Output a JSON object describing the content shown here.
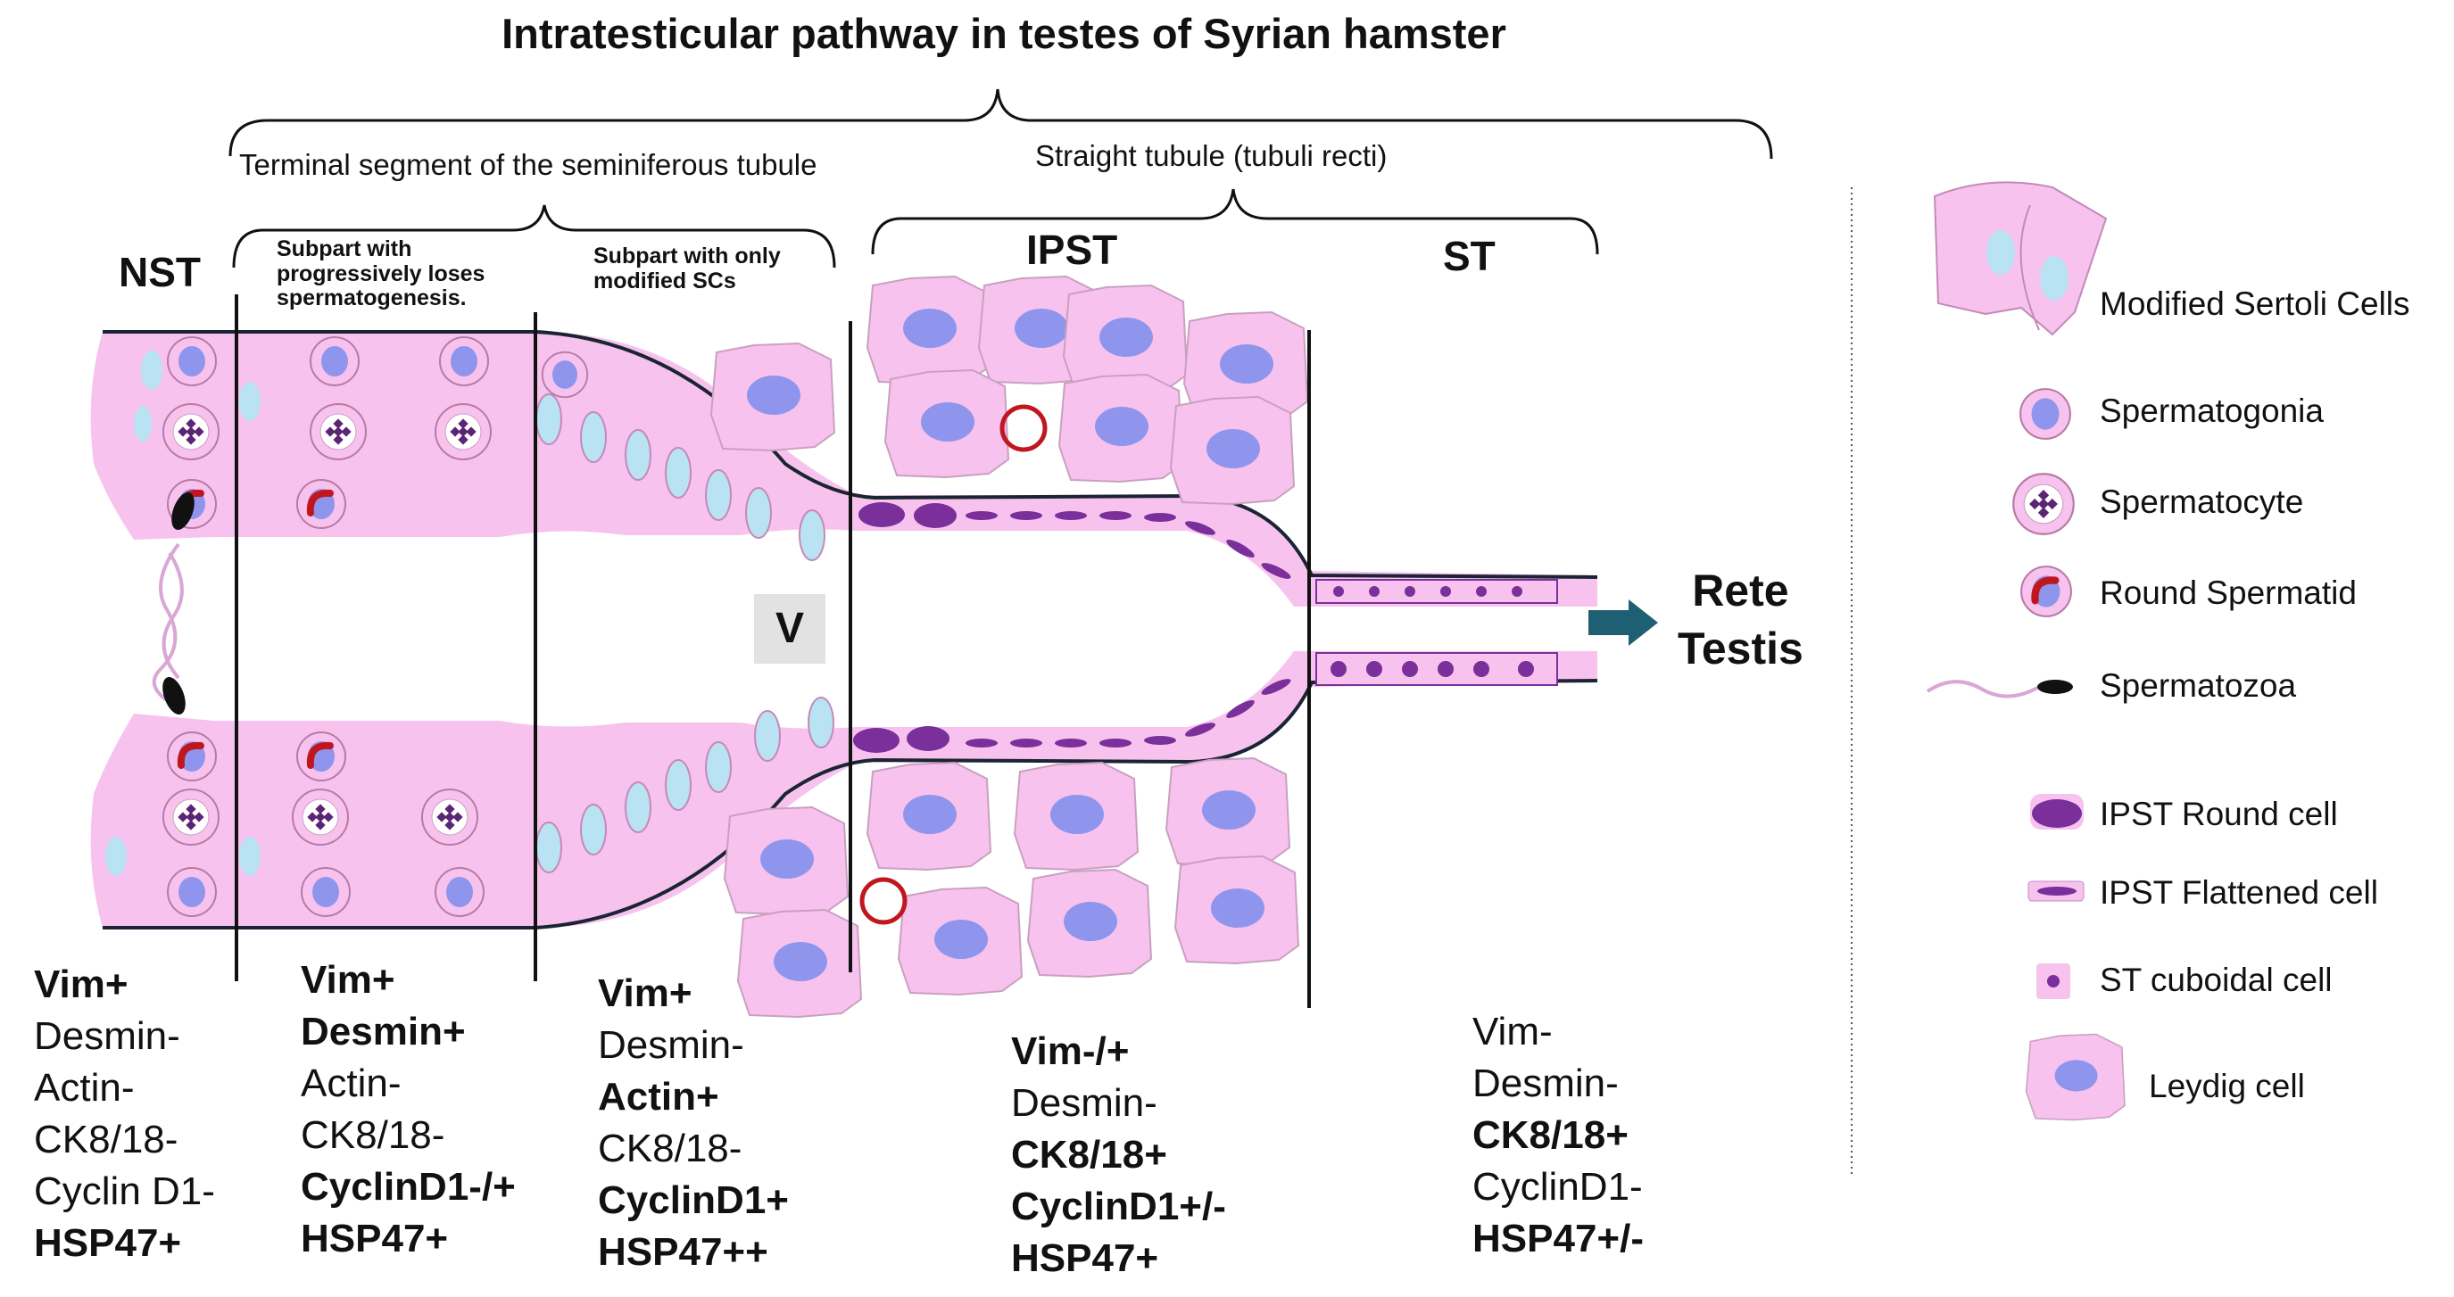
{
  "title": "Intratesticular pathway in testes of Syrian hamster",
  "sections": {
    "terminal_segment": "Terminal segment of the  seminiferous tubule",
    "straight_tubule": "Straight tubule (tubuli recti)",
    "subpart_progressive": "Subpart with progressively loses spermatogenesis.",
    "subpart_modified": "Subpart  with only modified SCs",
    "nst": "NST",
    "ipst": "IPST",
    "st": "ST",
    "v_label": "V",
    "rete_line1": "Rete",
    "rete_line2": "Testis"
  },
  "markers": [
    {
      "zone": "NST",
      "lines": [
        {
          "text": "Vim+",
          "bold": true
        },
        {
          "text": "Desmin-",
          "bold": false
        },
        {
          "text": "Actin-",
          "bold": false
        },
        {
          "text": "CK8/18-",
          "bold": false
        },
        {
          "text": "Cyclin D1-",
          "bold": false
        },
        {
          "text": "HSP47+",
          "bold": true
        }
      ]
    },
    {
      "zone": "progressive",
      "lines": [
        {
          "text": "Vim+",
          "bold": true
        },
        {
          "text": "Desmin+",
          "bold": true
        },
        {
          "text": "Actin-",
          "bold": false
        },
        {
          "text": "CK8/18-",
          "bold": false
        },
        {
          "text": "CyclinD1-/+",
          "bold": true
        },
        {
          "text": "HSP47+",
          "bold": true
        }
      ]
    },
    {
      "zone": "modified",
      "lines": [
        {
          "text": "Vim+",
          "bold": true
        },
        {
          "text": "Desmin-",
          "bold": false
        },
        {
          "text": "Actin+",
          "bold": true
        },
        {
          "text": "CK8/18-",
          "bold": false
        },
        {
          "text": "CyclinD1+",
          "bold": true
        },
        {
          "text": "HSP47++",
          "bold": true
        }
      ]
    },
    {
      "zone": "IPST",
      "lines": [
        {
          "text": "Vim-/+",
          "bold": true
        },
        {
          "text": "Desmin-",
          "bold": false
        },
        {
          "text": "CK8/18+",
          "bold": true
        },
        {
          "text": "CyclinD1+/-",
          "bold": true
        },
        {
          "text": "HSP47+",
          "bold": true
        }
      ]
    },
    {
      "zone": "ST",
      "lines": [
        {
          "text": "Vim-",
          "bold": false
        },
        {
          "text": "Desmin-",
          "bold": false
        },
        {
          "text": "CK8/18+",
          "bold": true
        },
        {
          "text": "CyclinD1-",
          "bold": false
        },
        {
          "text": "HSP47+/-",
          "bold": true
        }
      ]
    }
  ],
  "legend": [
    {
      "id": "modified-sertoli",
      "label": "Modified Sertoli Cells"
    },
    {
      "id": "spermatogonia",
      "label": "Spermatogonia"
    },
    {
      "id": "spermatocyte",
      "label": "Spermatocyte"
    },
    {
      "id": "round-spermatid",
      "label": "Round Spermatid"
    },
    {
      "id": "spermatozoa",
      "label": "Spermatozoa"
    },
    {
      "id": "ipst-round",
      "label": "IPST Round cell"
    },
    {
      "id": "ipst-flattened",
      "label": "IPST Flattened  cell"
    },
    {
      "id": "st-cuboidal",
      "label": "ST  cuboidal cell"
    },
    {
      "id": "leydig",
      "label": "Leydig cell"
    }
  ],
  "colors": {
    "cell_pink": "#f7c3ee",
    "nucleus_blue": "#8f95ec",
    "light_blue": "#b9e2f3",
    "purple": "#7a2f9a",
    "red": "#c0171f",
    "arrow": "#1f5f73",
    "outline": "#1b2433"
  }
}
